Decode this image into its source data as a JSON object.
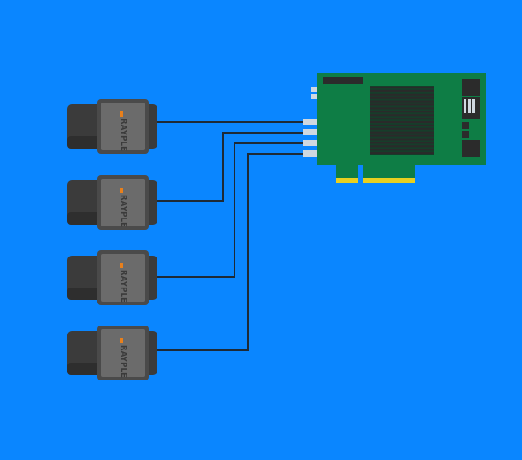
{
  "diagram": {
    "cameras": [
      {
        "brand": "RAYPLE"
      },
      {
        "brand": "RAYPLE"
      },
      {
        "brand": "RAYPLE"
      },
      {
        "brand": "RAYPLE"
      }
    ],
    "colors": {
      "background": "#0a86ff",
      "camera_body": "#3b3b3b",
      "camera_front": "#6b6b6b",
      "brand_accent": "#e8801c",
      "pcb": "#0e7d45",
      "gold_fingers": "#e8d020",
      "cable": "#1e2a36",
      "connector": "#cfd8e0"
    },
    "icons": [
      "camera-icon",
      "frame-grabber-card-icon"
    ]
  }
}
